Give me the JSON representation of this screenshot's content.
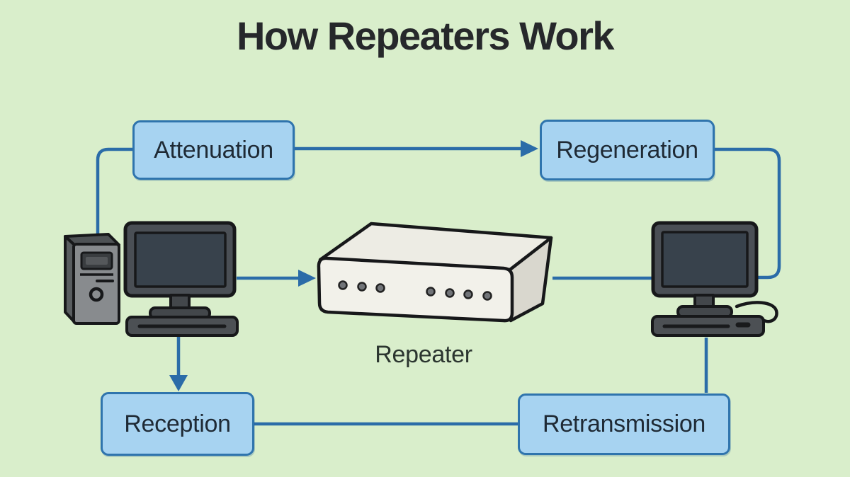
{
  "title": "How Repeaters Work",
  "repeater_label": "Repeater",
  "boxes": [
    {
      "id": "attenuation",
      "label": "Attenuation"
    },
    {
      "id": "regeneration",
      "label": "Regeneration"
    },
    {
      "id": "reception",
      "label": "Reception"
    },
    {
      "id": "retransmission",
      "label": "Retransmission"
    }
  ],
  "devices": [
    {
      "id": "left-computer",
      "type": "desktop-computer-with-tower"
    },
    {
      "id": "repeater",
      "type": "repeater-device"
    },
    {
      "id": "right-computer",
      "type": "desktop-computer-with-mouse-cable"
    }
  ],
  "connections": [
    {
      "from": "left-computer",
      "to": "attenuation",
      "arrow": false
    },
    {
      "from": "attenuation",
      "to": "regeneration",
      "arrow": true
    },
    {
      "from": "regeneration",
      "to": "right-computer",
      "arrow": false
    },
    {
      "from": "left-computer",
      "to": "repeater",
      "arrow": true
    },
    {
      "from": "repeater",
      "to": "right-computer",
      "arrow": false
    },
    {
      "from": "left-computer",
      "to": "reception",
      "arrow": true
    },
    {
      "from": "reception",
      "to": "retransmission",
      "arrow": false
    },
    {
      "from": "right-computer",
      "to": "retransmission",
      "arrow": false
    }
  ],
  "colors": {
    "background": "#d9eecb",
    "box_fill": "#a7d3f1",
    "box_border": "#2f74ad",
    "connector": "#2b6ca8",
    "title_text": "#26282b",
    "box_text": "#1f2a35",
    "device_outline": "#17181a",
    "repeater_front": "#f2f1ea",
    "repeater_side": "#d9d7ce",
    "monitor_frame": "#4a4f55",
    "monitor_screen": "#38424c"
  }
}
